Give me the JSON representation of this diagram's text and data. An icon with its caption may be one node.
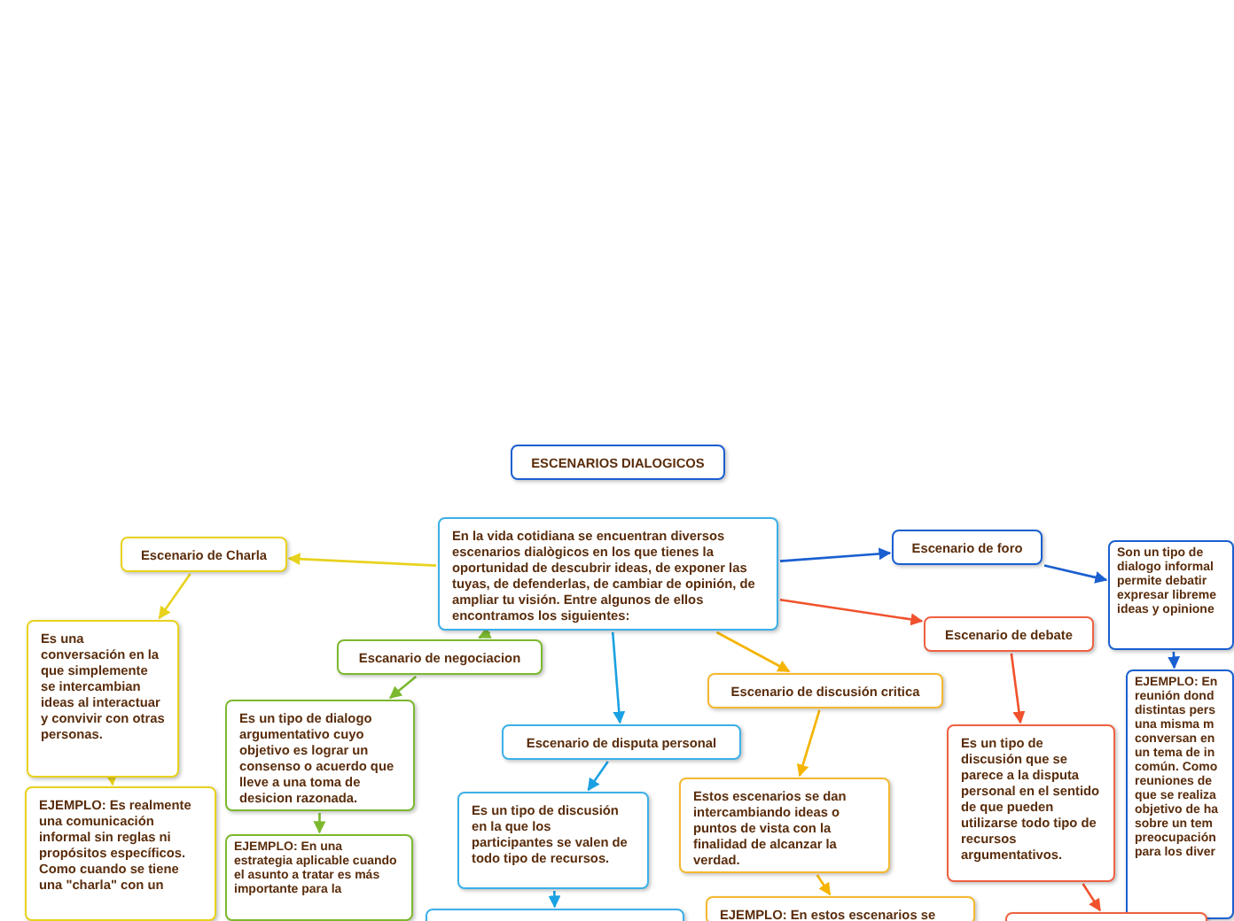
{
  "diagram": {
    "nodes": [
      {
        "text": [
          "ESCENARIOS DIALOGICOS"
        ]
      },
      {
        "text": [
          "En la vida cotidiana se encuentran diversos escenarios dialògicos en los que tienes la oportunidad de descubrir ideas, de exponer las tuyas, de defenderlas, de cambiar de opinión, de ampliar tu visión.  Entre algunos de ellos encontramos los siguientes:"
        ]
      },
      {
        "text": [
          "Escenario de Charla"
        ]
      },
      {
        "text": [
          "Es una conversación en la que simplemente se intercambian ideas al interactuar y convivir con otras personas."
        ]
      },
      {
        "text": [
          "EJEMPLO: Es realmente una comunicación informal sin reglas ni propósitos específicos.  Como cuando se tiene una \"charla\" con un"
        ]
      },
      {
        "text": [
          "Escanario de negociacion"
        ]
      },
      {
        "text": [
          "Es un tipo de dialogo argumentativo cuyo objetivo es lograr un consenso o acuerdo que lleve a una toma de desicion razonada."
        ]
      },
      {
        "text": [
          "EJEMPLO: En una estrategia aplicable cuando el asunto a tratar es más importante para la"
        ]
      },
      {
        "text": [
          "Escenario de disputa personal"
        ]
      },
      {
        "text": [
          "Es un tipo de discusión en la que los participantes se valen de todo tipo de recursos."
        ]
      },
      {
        "text": [],
        "shape": "box"
      },
      {
        "text": [
          "Escenario de discusión critica"
        ]
      },
      {
        "text": [
          "Estos escenarios se dan intercambiando ideas o puntos de vista con la finalidad de alcanzar la verdad."
        ]
      },
      {
        "text": [
          "EJEMPLO: En estos escenarios se"
        ]
      },
      {
        "text": [
          "Escenario de foro"
        ]
      },
      {
        "text": [
          "Son un tipo de dialogo informal permite debatir expresar libreme ideas y opinione"
        ]
      },
      {
        "text": [
          "EJEMPLO: En reunión dond distintas pers una misma m conversan en un tema de in común. Como reuniones de que se realiza objetivo de ha sobre un tem preocupación para los diver"
        ]
      },
      {
        "text": [
          "Escenario de debate"
        ]
      },
      {
        "text": [
          "Es un tipo de discusión que se parece a la disputa personal en el sentido de que pueden utilizarse todo tipo de recursos argumentativos."
        ]
      },
      {
        "text": [],
        "shape": "box"
      }
    ],
    "edges": [
      {
        "from": 1,
        "to": 2,
        "arrow": "to",
        "color": "#e8d21d"
      },
      {
        "from": 2,
        "to": 3,
        "arrow": "to",
        "color": "#e8d21d"
      },
      {
        "from": 3,
        "to": 4,
        "arrow": "to",
        "color": "#e8d21d"
      },
      {
        "from": 1,
        "to": 5,
        "arrow": "to",
        "color": "#7cb82f"
      },
      {
        "from": 5,
        "to": 6,
        "arrow": "to",
        "color": "#7cb82f"
      },
      {
        "from": 6,
        "to": 7,
        "arrow": "to",
        "color": "#7cb82f"
      },
      {
        "from": 1,
        "to": 8,
        "arrow": "to",
        "color": "#1ba1e2"
      },
      {
        "from": 8,
        "to": 9,
        "arrow": "to",
        "color": "#1ba1e2"
      },
      {
        "from": 9,
        "to": 10,
        "arrow": "to",
        "color": "#1ba1e2"
      },
      {
        "from": 1,
        "to": 11,
        "arrow": "to",
        "color": "#f5b400"
      },
      {
        "from": 11,
        "to": 12,
        "arrow": "to",
        "color": "#f5b400"
      },
      {
        "from": 12,
        "to": 13,
        "arrow": "to",
        "color": "#f5b400"
      },
      {
        "from": 1,
        "to": 14,
        "arrow": "to",
        "color": "#1a5fd0"
      },
      {
        "from": 14,
        "to": 15,
        "arrow": "to",
        "color": "#1a5fd0"
      },
      {
        "from": 15,
        "to": 16,
        "arrow": "to",
        "color": "#1a5fd0"
      },
      {
        "from": 1,
        "to": 17,
        "arrow": "to",
        "color": "#f0522d"
      },
      {
        "from": 17,
        "to": 18,
        "arrow": "to",
        "color": "#f0522d"
      },
      {
        "from": 18,
        "to": 19,
        "arrow": "to",
        "color": "#f0522d"
      }
    ]
  }
}
